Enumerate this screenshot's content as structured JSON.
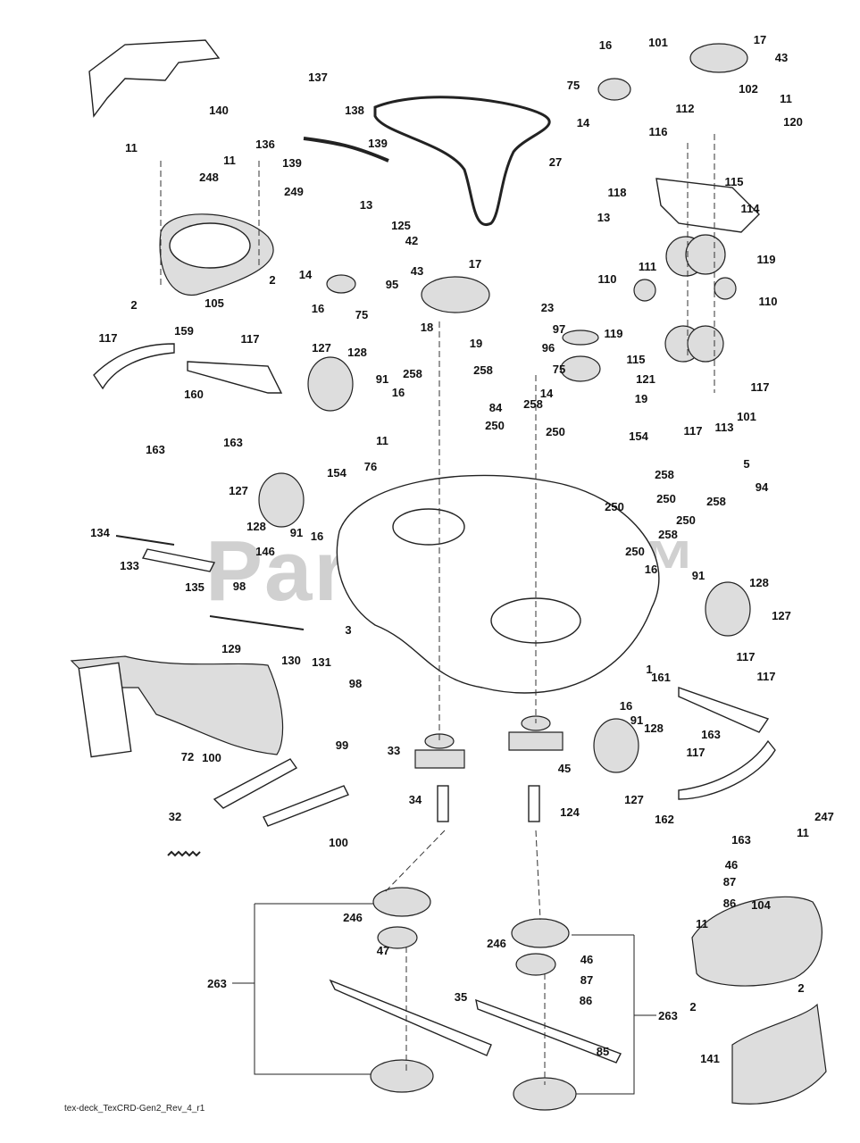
{
  "diagram": {
    "watermark": "PartsTree™",
    "footer": "tex-deck_TexCRD-Gen2_Rev_4_r1",
    "part_labels": [
      "140",
      "137",
      "138",
      "136",
      "139",
      "139",
      "27",
      "11",
      "11",
      "248",
      "249",
      "13",
      "125",
      "42",
      "14",
      "95",
      "16",
      "75",
      "105",
      "2",
      "2",
      "43",
      "17",
      "18",
      "19",
      "117",
      "159",
      "117",
      "160",
      "163",
      "163",
      "127",
      "128",
      "91",
      "16",
      "258",
      "258",
      "84",
      "11",
      "76",
      "154",
      "23",
      "97",
      "96",
      "75",
      "14",
      "258",
      "250",
      "250",
      "154",
      "258",
      "250",
      "250",
      "250",
      "258",
      "250",
      "5",
      "94",
      "258",
      "16",
      "101",
      "17",
      "43",
      "75",
      "102",
      "11",
      "112",
      "120",
      "14",
      "116",
      "115",
      "118",
      "13",
      "114",
      "119",
      "111",
      "110",
      "110",
      "119",
      "115",
      "121",
      "117",
      "19",
      "101",
      "117",
      "113",
      "127",
      "128",
      "91",
      "16",
      "134",
      "146",
      "133",
      "135",
      "98",
      "3",
      "129",
      "130",
      "131",
      "98",
      "72",
      "100",
      "99",
      "32",
      "100",
      "33",
      "45",
      "34",
      "124",
      "1",
      "16",
      "91",
      "128",
      "127",
      "117",
      "161",
      "117",
      "163",
      "16",
      "91",
      "128",
      "127",
      "117",
      "162",
      "163",
      "11",
      "247",
      "46",
      "87",
      "86",
      "104",
      "11",
      "2",
      "2",
      "141",
      "263",
      "246",
      "47",
      "35",
      "246",
      "46",
      "87",
      "86",
      "263",
      "85"
    ]
  }
}
